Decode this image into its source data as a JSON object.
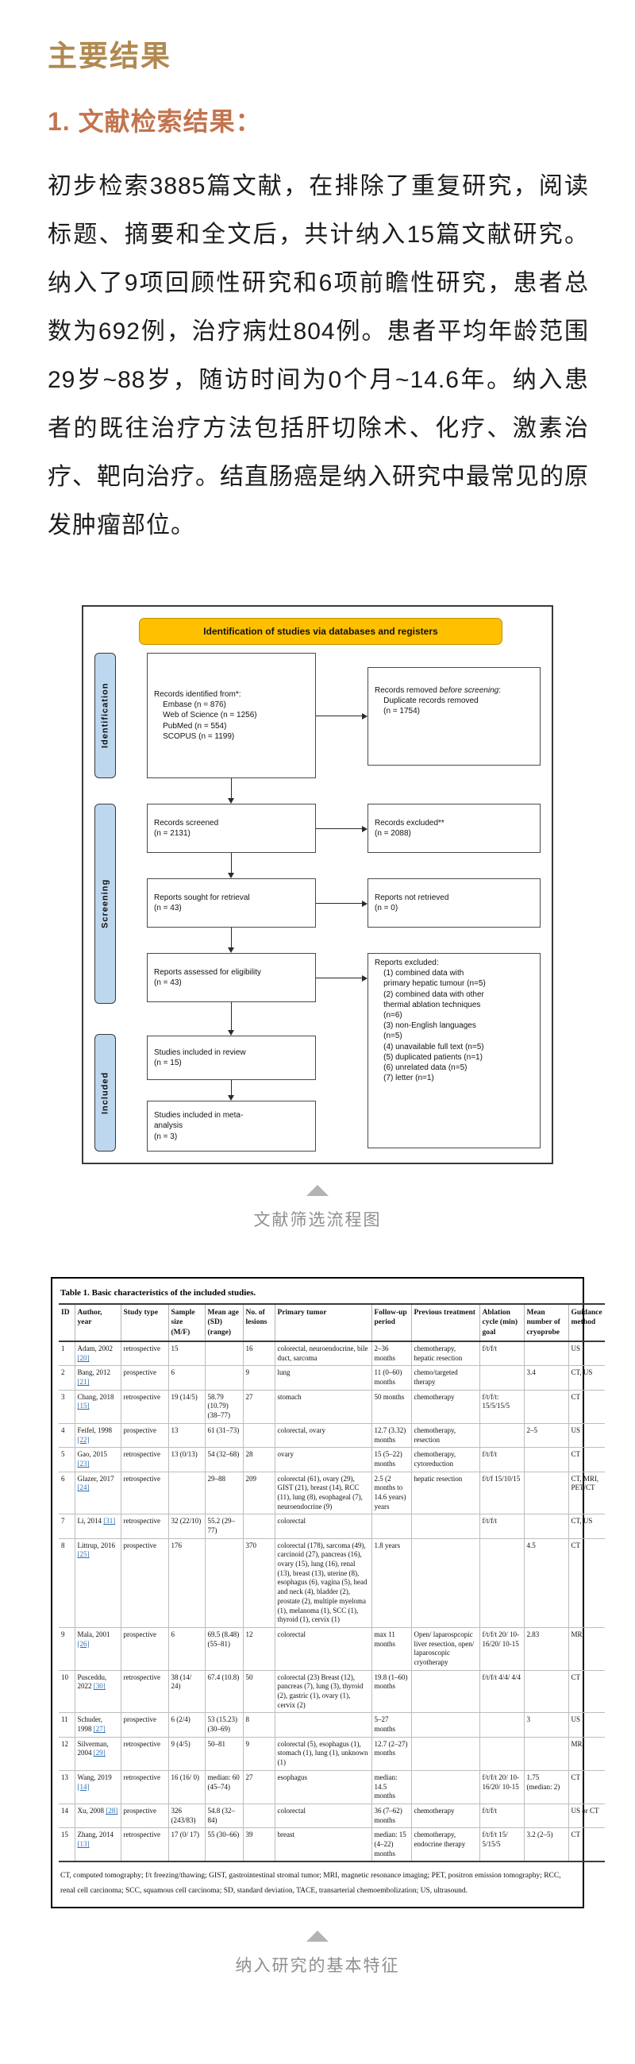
{
  "colors": {
    "heading_gold": "#b1894f",
    "heading_red": "#c3744e",
    "banner_yellow": "#FFC000",
    "stage_blue": "#BDD7EE",
    "ref_blue": "#2e6fb7",
    "caption_gray": "#8f8f8f"
  },
  "article": {
    "section_title": "主要结果",
    "subsection_title": "1. 文献检索结果：",
    "paragraph": "初步检索3885篇文献，在排除了重复研究，阅读标题、摘要和全文后，共计纳入15篇文献研究。纳入了9项回顾性研究和6项前瞻性研究，患者总数为692例，治疗病灶804例。患者平均年龄范围29岁~88岁，随访时间为0个月~14.6年。纳入患者的既往治疗方法包括肝切除术、化疗、激素治疗、靶向治疗。结直肠癌是纳入研究中最常见的原发肿瘤部位。"
  },
  "figure": {
    "banner": "Identification of studies via databases and registers",
    "stages": {
      "identification": "Identification",
      "screening": "Screening",
      "included": "Included"
    },
    "boxes": {
      "identified": "Records identified from*:\n    Embase (n = 876)\n    Web of Science (n = 1256)\n    PubMed (n = 554)\n    SCOPUS (n = 1199)",
      "removed_prefix": "Records removed ",
      "removed_italic": "before screening",
      "removed_rest": ":\n    Duplicate records removed\n    (n = 1754)",
      "screened": "Records screened\n(n = 2131)",
      "excluded": "Records excluded**\n(n = 2088)",
      "sought": "Reports sought for retrieval\n(n = 43)",
      "not_retrieved": "Reports not retrieved\n(n = 0)",
      "assessed": "Reports assessed for eligibility\n(n = 43)",
      "reports_excluded": "Reports excluded:\n    (1) combined data with\n    primary hepatic tumour (n=5)\n    (2) combined data with other\n    thermal ablation techniques\n    (n=6)\n    (3) non-English languages\n    (n=5)\n    (4) unavailable full text (n=5)\n    (5) duplicated patients (n=1)\n    (6) unrelated data (n=5)\n    (7) letter (n=1)",
      "review": "Studies included in review\n(n = 15)",
      "meta": "Studies included in meta-\nanalysis\n(n = 3)"
    },
    "caption": "文献筛选流程图"
  },
  "table": {
    "title": "Table 1.  Basic characteristics of the included studies.",
    "columns": [
      "ID",
      "Author, year",
      "Study type",
      "Sample size (M/F)",
      "Mean age (SD) (range)",
      "No. of lesions",
      "Primary tumor",
      "Follow-up period",
      "Previous treatment",
      "Ablation cycle (min) goal",
      "Mean number of cryoprobe",
      "Guidance method"
    ],
    "rows": [
      {
        "id": "1",
        "author": "Adam, 2002",
        "ref": "[20]",
        "study_type": "retrospective",
        "sample_size": "15",
        "mean_age": "",
        "lesions": "16",
        "primary_tumor": "colorectal, neuroendocrine, bile duct, sarcoma",
        "follow_up": "2–36 months",
        "previous_treatment": "chemotherapy, hepatic resection",
        "ablation_cycle": "f/t/f/t",
        "cryoprobe": "",
        "guidance": "US"
      },
      {
        "id": "2",
        "author": "Bang, 2012",
        "ref": "[21]",
        "study_type": "prospective",
        "sample_size": "6",
        "mean_age": "",
        "lesions": "9",
        "primary_tumor": "lung",
        "follow_up": "11 (0–60) months",
        "previous_treatment": "chemo/targeted therapy",
        "ablation_cycle": "",
        "cryoprobe": "3.4",
        "guidance": "CT, US"
      },
      {
        "id": "3",
        "author": "Chang, 2018",
        "ref": "[15]",
        "study_type": "retrospective",
        "sample_size": "19 (14/5)",
        "mean_age": "58.79 (10.79) (38–77)",
        "lesions": "27",
        "primary_tumor": "stomach",
        "follow_up": "50 months",
        "previous_treatment": "chemotherapy",
        "ablation_cycle": "f/t/f/t: 15/5/15/5",
        "cryoprobe": "",
        "guidance": "CT"
      },
      {
        "id": "4",
        "author": "Feifel, 1998",
        "ref": "[22]",
        "study_type": "prospective",
        "sample_size": "13",
        "mean_age": "61 (31–73)",
        "lesions": "",
        "primary_tumor": "colorectal, ovary",
        "follow_up": "12.7 (3.32) months",
        "previous_treatment": "chemotherapy, resection",
        "ablation_cycle": "",
        "cryoprobe": "2–5",
        "guidance": "US"
      },
      {
        "id": "5",
        "author": "Gao, 2015",
        "ref": "[23]",
        "study_type": "retrospective",
        "sample_size": "13 (0/13)",
        "mean_age": "54 (32–68)",
        "lesions": "28",
        "primary_tumor": "ovary",
        "follow_up": "15 (5–22) months",
        "previous_treatment": "chemotherapy, cytoreduction",
        "ablation_cycle": "f/t/f/t",
        "cryoprobe": "",
        "guidance": "CT"
      },
      {
        "id": "6",
        "author": "Glazer, 2017",
        "ref": "[24]",
        "study_type": "retrospective",
        "sample_size": "",
        "mean_age": "29–88",
        "lesions": "209",
        "primary_tumor": "colorectal (61), ovary (29), GIST (21), breast (14), RCC (11), lung (8), esophageal (7), neuroendocrine (9)",
        "follow_up": "2.5 (2 months to 14.6 years) years",
        "previous_treatment": "hepatic resection",
        "ablation_cycle": "f/t/f 15/10/15",
        "cryoprobe": "",
        "guidance": "CT, MRI, PET/CT"
      },
      {
        "id": "7",
        "author": "Li, 2014",
        "ref": "[31]",
        "study_type": "retrospective",
        "sample_size": "32 (22/10)",
        "mean_age": "55.2 (29–77)",
        "lesions": "",
        "primary_tumor": "colorectal",
        "follow_up": "",
        "previous_treatment": "",
        "ablation_cycle": "f/t/f/t",
        "cryoprobe": "",
        "guidance": "CT, US"
      },
      {
        "id": "8",
        "author": "Littrup, 2016",
        "ref": "[25]",
        "study_type": "prospective",
        "sample_size": "176",
        "mean_age": "",
        "lesions": "370",
        "primary_tumor": "colorectal (178), sarcoma (49), carcinoid (27), pancreas (16), ovary (15), lung (16), renal (13), breast (13), uterine (8), esophagus (6), vagina (5), head and neck (4), bladder (2), prostate (2), multiple myeloma (1), melanoma (1), SCC (1), thyroid (1), cervix (1)",
        "follow_up": "1.8 years",
        "previous_treatment": "",
        "ablation_cycle": "",
        "cryoprobe": "4.5",
        "guidance": "CT"
      },
      {
        "id": "9",
        "author": "Mala, 2001",
        "ref": "[26]",
        "study_type": "prospective",
        "sample_size": "6",
        "mean_age": "69.5 (8.48) (55–81)",
        "lesions": "12",
        "primary_tumor": "colorectal",
        "follow_up": "max 11 months",
        "previous_treatment": "Open/ laparospcopic liver resection, open/ laparoscopic cryotherapy",
        "ablation_cycle": "f/t/f/t 20/ 10-16/20/ 10-15",
        "cryoprobe": "2.83",
        "guidance": "MRI"
      },
      {
        "id": "10",
        "author": "Pusceddu, 2022",
        "ref": "[30]",
        "study_type": "retrospective",
        "sample_size": "38 (14/ 24)",
        "mean_age": "67.4 (10.8)",
        "lesions": "50",
        "primary_tumor": "colorectal (23) Breast (12), pancreas (7), lung (3), thyroid (2), gastric (1), ovary (1), cervix (2)",
        "follow_up": "19.8 (1–60) months",
        "previous_treatment": "",
        "ablation_cycle": "f/t/f/t 4/4/ 4/4",
        "cryoprobe": "",
        "guidance": "CT"
      },
      {
        "id": "11",
        "author": "Schuder, 1998",
        "ref": "[27]",
        "study_type": "prospective",
        "sample_size": "6 (2/4)",
        "mean_age": "53 (15.23) (30–69)",
        "lesions": "8",
        "primary_tumor": "",
        "follow_up": "5–27 months",
        "previous_treatment": "",
        "ablation_cycle": "",
        "cryoprobe": "3",
        "guidance": "US"
      },
      {
        "id": "12",
        "author": "Silverman, 2004",
        "ref": "[29]",
        "study_type": "retrospective",
        "sample_size": "9 (4/5)",
        "mean_age": "50–81",
        "lesions": "9",
        "primary_tumor": "colorectal (5), esophagus (1), stomach (1), lung (1), unknown (1)",
        "follow_up": "12.7 (2–27) months",
        "previous_treatment": "",
        "ablation_cycle": "",
        "cryoprobe": "",
        "guidance": "MRI"
      },
      {
        "id": "13",
        "author": "Wang, 2019",
        "ref": "[14]",
        "study_type": "retrospective",
        "sample_size": "16 (16/ 0)",
        "mean_age": "median: 60 (45–74)",
        "lesions": "27",
        "primary_tumor": "esophagus",
        "follow_up": "median: 14.5 months",
        "previous_treatment": "",
        "ablation_cycle": "f/t/f/t 20/ 10-16/20/ 10-15",
        "cryoprobe": "1.75 (median: 2)",
        "guidance": "CT"
      },
      {
        "id": "14",
        "author": "Xu, 2008",
        "ref": "[28]",
        "study_type": "prospective",
        "sample_size": "326 (243/83)",
        "mean_age": "54.8 (32–84)",
        "lesions": "",
        "primary_tumor": "colorectal",
        "follow_up": "36 (7–62) months",
        "previous_treatment": "chemotherapy",
        "ablation_cycle": "f/t/f/t",
        "cryoprobe": "",
        "guidance": "US or CT"
      },
      {
        "id": "15",
        "author": "Zhang, 2014",
        "ref": "[13]",
        "study_type": "retrospective",
        "sample_size": "17 (0/ 17)",
        "mean_age": "55 (30–66)",
        "lesions": "39",
        "primary_tumor": "breast",
        "follow_up": "median: 15 (4–22) months",
        "previous_treatment": "chemotherapy, endocrine therapy",
        "ablation_cycle": "f/t/f/t 15/ 5/15/5",
        "cryoprobe": "3.2 (2–5)",
        "guidance": "CT"
      }
    ],
    "footnote": "CT, computed tomography; f/t freezing/thawing; GIST, gastrointestinal stromal tumor; MRI, magnetic resonance imaging; PET, positron emission tomography; RCC, renal cell carcinoma; SCC, squamous cell carcinoma; SD, standard deviation, TACE, transarterial chemoembolization; US, ultrasound.",
    "caption": "纳入研究的基本特征"
  }
}
